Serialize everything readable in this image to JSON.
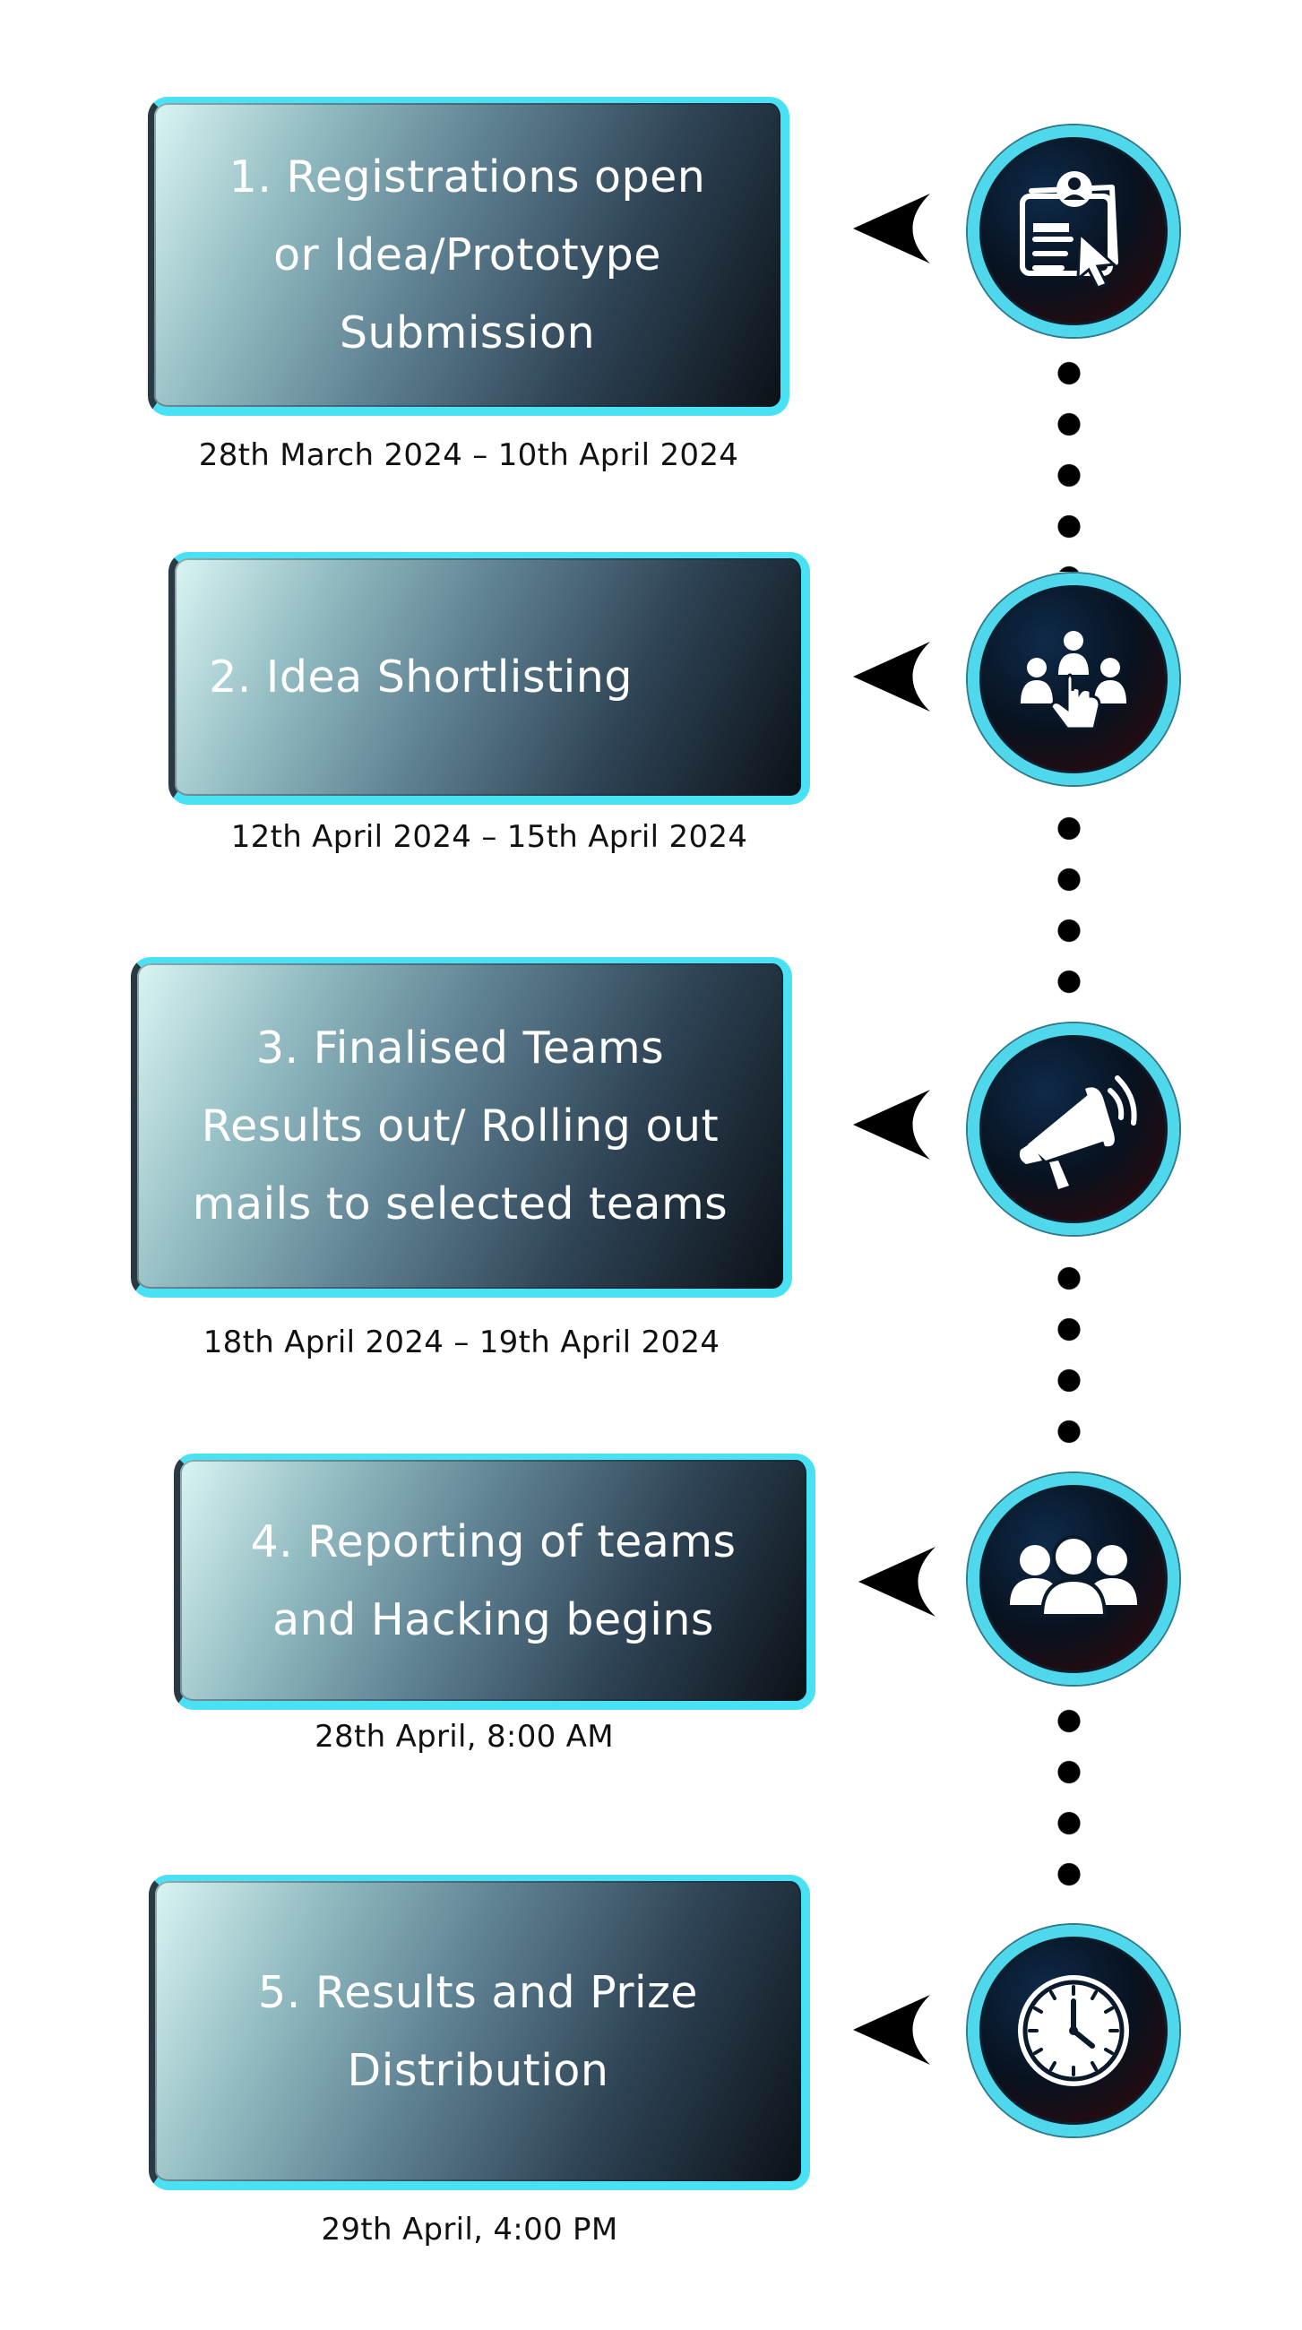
{
  "steps": [
    {
      "title": "1. Registrations open\nor Idea/Prototype\nSubmission",
      "date": "28th March 2024 – 10th April 2024",
      "icon": "registration-form-icon"
    },
    {
      "title": "2. Idea Shortlisting",
      "date": "12th April 2024 – 15th April 2024",
      "icon": "select-person-icon"
    },
    {
      "title": "3. Finalised Teams\nResults out/ Rolling out\nmails to selected teams",
      "date": "18th April 2024 – 19th April 2024",
      "icon": "megaphone-icon"
    },
    {
      "title": "4. Reporting of teams\nand Hacking begins",
      "date": "28th April, 8:00 AM",
      "icon": "team-icon"
    },
    {
      "title": "5. Results and Prize\nDistribution",
      "date": "29th April, 4:00 PM",
      "icon": "clock-icon"
    }
  ],
  "colors": {
    "accent_border": "#48e2f4",
    "circle_ring": "#4fd8ec",
    "text_on_card": "#ffffff",
    "date_text": "#111111",
    "dots": "#000000"
  }
}
